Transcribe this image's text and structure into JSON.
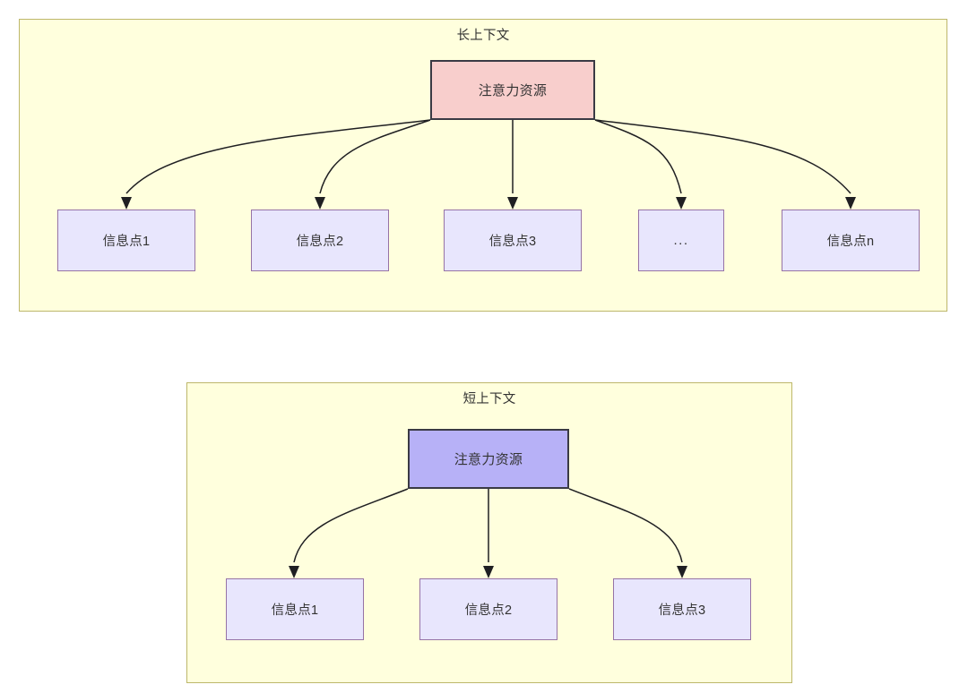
{
  "diagram": {
    "title_long": "长上下文",
    "title_short": "短上下文",
    "panels": [
      {
        "name": "long-context",
        "title": "长上下文",
        "root": {
          "label": "注意力资源",
          "fill": "#f8cecc",
          "stroke": "#3a3a44"
        },
        "leaves": [
          {
            "label": "信息点1"
          },
          {
            "label": "信息点2"
          },
          {
            "label": "信息点3"
          },
          {
            "label": "..."
          },
          {
            "label": "信息点n"
          }
        ]
      },
      {
        "name": "short-context",
        "title": "短上下文",
        "root": {
          "label": "注意力资源",
          "fill": "#b7b1f7",
          "stroke": "#3a3a44"
        },
        "leaves": [
          {
            "label": "信息点1"
          },
          {
            "label": "信息点2"
          },
          {
            "label": "信息点3"
          }
        ]
      }
    ],
    "colors": {
      "panel_background": "#ffffdd",
      "panel_border": "#bdb76b",
      "leaf_fill": "#e8e6fd",
      "leaf_border": "#9673a6",
      "root_long_fill": "#f8cecc",
      "root_short_fill": "#b7b1f7",
      "root_border": "#3a3a44",
      "edge": "#1f1f22",
      "text": "#333333"
    }
  }
}
